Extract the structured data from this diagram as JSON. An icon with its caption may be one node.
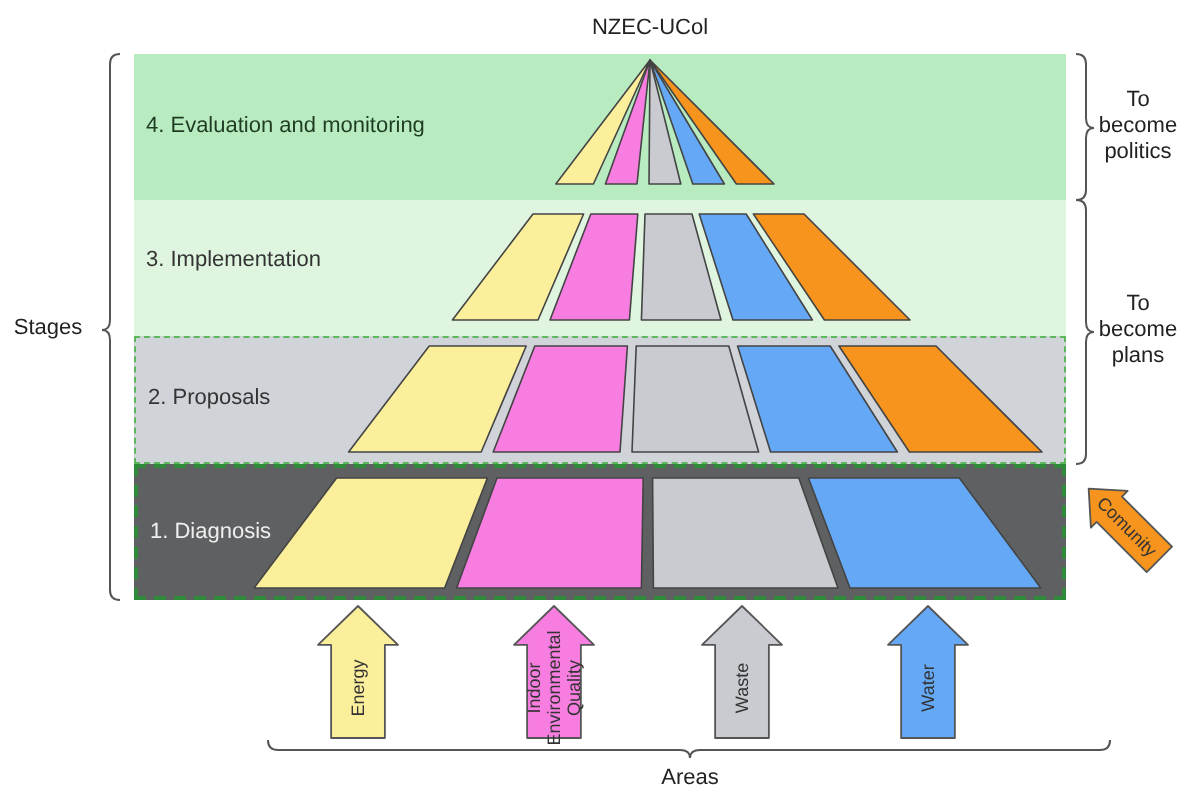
{
  "diagram": {
    "nodes": [
      {
        "text": [
          "4. Evaluation and monitoring"
        ]
      },
      {
        "text": [
          "3. Implementation"
        ]
      },
      {
        "text": [
          "2. Proposals"
        ]
      },
      {
        "text": [
          "1. Diagnosis"
        ]
      },
      {
        "text": [
          "Energy"
        ]
      },
      {
        "text": [
          "Indoor Environmental Quality"
        ]
      },
      {
        "text": [
          "Waste"
        ]
      },
      {
        "text": [
          "Water"
        ]
      },
      {
        "text": [
          "Comunity"
        ]
      }
    ],
    "edges": [],
    "labels": [
      "NZEC-UCol",
      "Stages",
      "To become politics",
      "To become plans",
      "Areas"
    ]
  }
}
